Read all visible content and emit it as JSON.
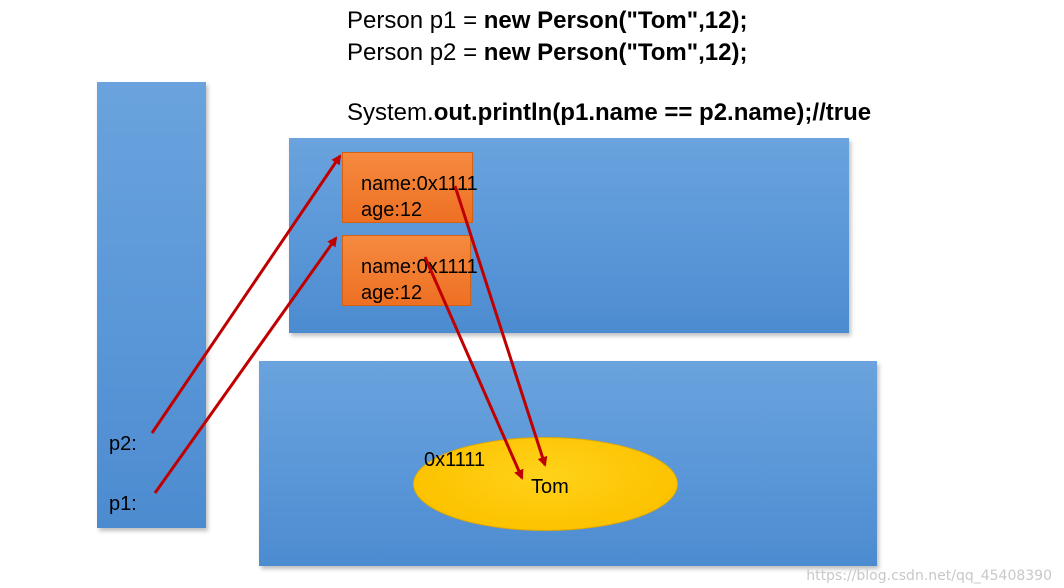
{
  "code": {
    "line1_plain": "Person p1 = ",
    "line1_bold": "new Person(\"Tom\",12);",
    "line2_plain": "Person p2 = ",
    "line2_bold": "new Person(\"Tom\",12);",
    "line3_plain": "System.",
    "line3_bold": "out.println(p1.name == p2.name);//true"
  },
  "stack": {
    "p2_label": "p2:",
    "p1_label": "p1:"
  },
  "heap_objects": [
    {
      "name": "name:0x1111",
      "age": "age:12"
    },
    {
      "name": "name:0x1111",
      "age": "age:12"
    }
  ],
  "string_pool": {
    "address": "0x1111",
    "value": "Tom"
  },
  "watermark": "https://blog.csdn.net/qq_45408390",
  "colors": {
    "panel": "#5a97d8",
    "object": "#ee7023",
    "ellipse": "#fcc300",
    "arrow": "#c00000"
  }
}
